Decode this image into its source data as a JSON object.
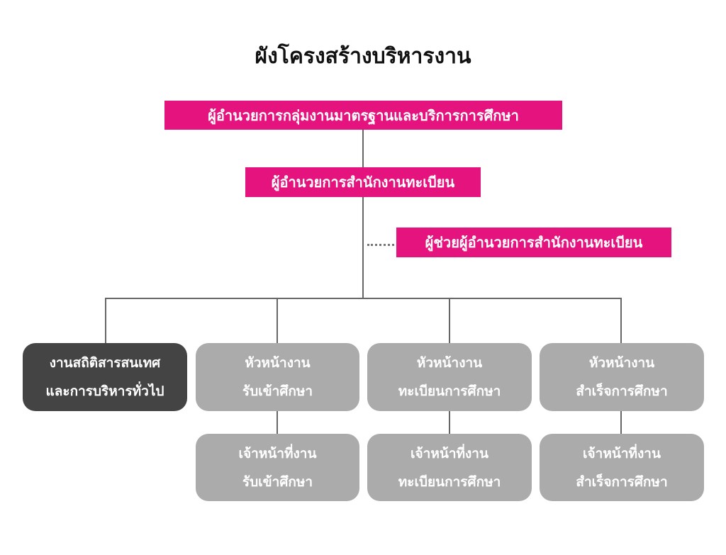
{
  "title": "ผังโครงสร้างบริหารงาน",
  "colors": {
    "pink": "#e5137e",
    "dark": "#444444",
    "light": "#ababab",
    "line": "#666666"
  },
  "level1": "ผู้อำนวยการกลุ่มงานมาตรฐานและบริการการศึกษา",
  "level2": "ผู้อำนวยการสำนักงานทะเบียน",
  "assistant": "ผู้ช่วยผู้อำนวยการสำนักงานทะเบียน",
  "units": [
    {
      "line1": "งานสถิติสารสนเทศ",
      "line2": "และการบริหารทั่วไป"
    },
    {
      "line1": "หัวหน้างาน",
      "line2": "รับเข้าศึกษา",
      "staff1": "เจ้าหน้าที่งาน",
      "staff2": "รับเข้าศึกษา"
    },
    {
      "line1": "หัวหน้างาน",
      "line2": "ทะเบียนการศึกษา",
      "staff1": "เจ้าหน้าที่งาน",
      "staff2": "ทะเบียนการศึกษา"
    },
    {
      "line1": "หัวหน้างาน",
      "line2": "สำเร็จการศึกษา",
      "staff1": "เจ้าหน้าที่งาน",
      "staff2": "สำเร็จการศึกษา"
    }
  ]
}
